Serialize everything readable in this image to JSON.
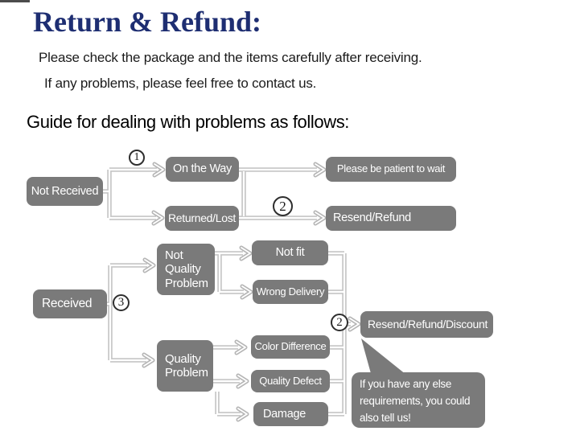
{
  "header": {
    "title": "Return & Refund:",
    "intro_line1": "Please check the package and the items carefully after receiving.",
    "intro_line2": "If any problems, please feel free to contact us.",
    "guide_heading": "Guide for dealing with problems as follows:"
  },
  "colors": {
    "title_navy": "#1e2e72",
    "node_gray": "#7a7a7a",
    "node_text": "#ffffff",
    "connector_gray": "#c5c5c5"
  },
  "flow1": {
    "root": "Not Received",
    "on_the_way": "On the Way",
    "returned_lost": "Returned/Lost",
    "be_patient": "Please be patient to wait",
    "resend_refund": "Resend/Refund",
    "badge_1": "1",
    "badge_2": "2"
  },
  "flow2": {
    "root": "Received",
    "badge_3": "3",
    "not_quality_problem": "Not\nQuality\nProblem",
    "not_fit": "Not fit",
    "wrong_delivery": "Wrong Delivery",
    "quality_problem": "Quality\nProblem",
    "color_difference": "Color Difference",
    "quality_defect": "Quality Defect",
    "damage": "Damage",
    "badge_2": "2",
    "resend_refund_discount": "Resend/Refund/Discount",
    "note_bubble": "If you have any else\nrequirements, you could\nalso tell us!"
  }
}
